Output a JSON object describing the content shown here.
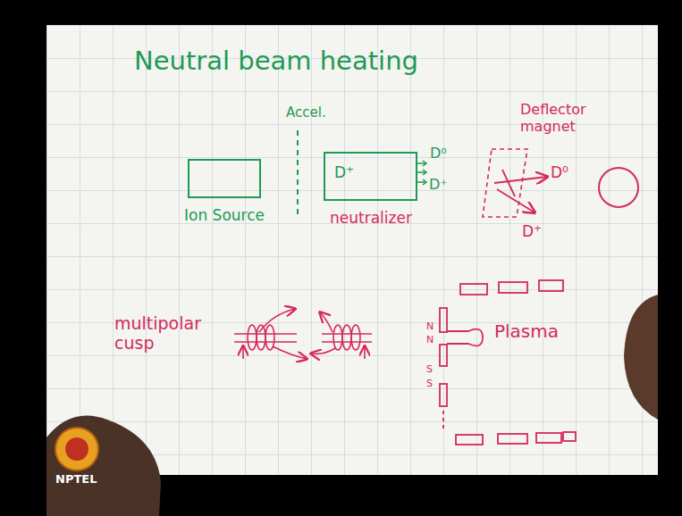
{
  "diagram": {
    "title": "Neutral beam heating",
    "nodes": [
      {
        "text": [
          "Ion Source"
        ]
      },
      {
        "text": [
          "D⁺",
          "neutralizer"
        ]
      },
      {
        "text": [
          "Deflector magnet"
        ]
      }
    ],
    "labels": [
      "Accel.",
      "D⁰",
      "D⁺",
      "D⁰",
      "D⁺",
      "multipolar cusp",
      "N",
      "N",
      "S",
      "S",
      "Plasma",
      "NPTEL"
    ]
  }
}
